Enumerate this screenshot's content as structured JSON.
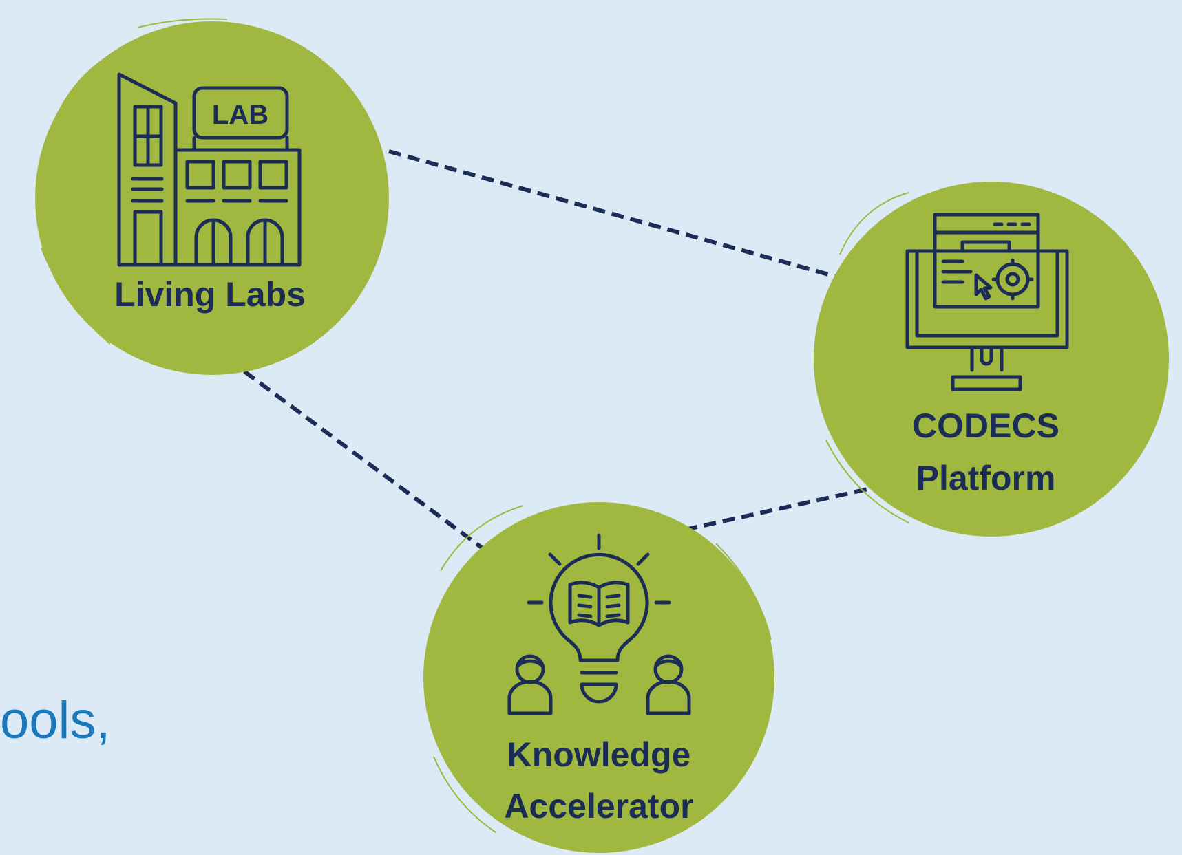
{
  "colors": {
    "background": "#dbeaf4",
    "node_fill": "#a1b840",
    "ink": "#1b2c57",
    "connector": "#1b2c57",
    "partial_text": "#1a78bb"
  },
  "nodes": {
    "living_labs": {
      "label": "Living Labs",
      "icon": "lab-building-icon",
      "sign_text": "LAB"
    },
    "codecs_platform": {
      "label_line1": "CODECS",
      "label_line2": "Platform",
      "icon": "computer-monitor-settings-icon"
    },
    "knowledge_accelerator": {
      "label_line1": "Knowledge",
      "label_line2": "Accelerator",
      "icon": "lightbulb-book-people-icon"
    }
  },
  "partial_text": "ools,"
}
